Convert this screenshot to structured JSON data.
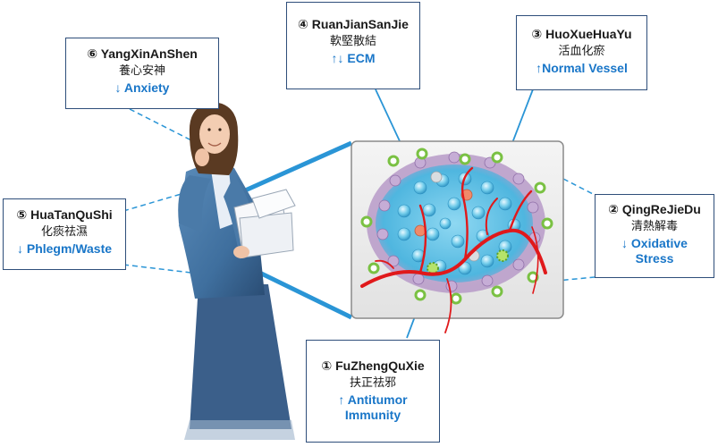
{
  "boxes": [
    {
      "id": "b6",
      "num": "⑥",
      "name": "YangXinAnShen",
      "chinese": "養心安神",
      "effect_arrow": "↓",
      "effect": "Anxiety"
    },
    {
      "id": "b4",
      "num": "④",
      "name": "RuanJianSanJie",
      "chinese": "軟堅散結",
      "effect_arrow": "↑↓",
      "effect": "ECM"
    },
    {
      "id": "b3",
      "num": "③",
      "name": "HuoXueHuaYu",
      "chinese": "活血化瘀",
      "effect_arrow": "↑",
      "effect": "Normal Vessel"
    },
    {
      "id": "b5",
      "num": "⑤",
      "name": "HuaTanQuShi",
      "chinese": "化痰祛濕",
      "effect_arrow": "↓",
      "effect": "Phlegm/Waste"
    },
    {
      "id": "b2",
      "num": "②",
      "name": "QingReJieDu",
      "chinese": "清熱解毒",
      "effect_arrow": "↓",
      "effect": "Oxidative Stress"
    },
    {
      "id": "b1",
      "num": "①",
      "name": "FuZhengQuXie",
      "chinese": "扶正祛邪",
      "effect_arrow": "↑",
      "effect": "Antitumor Immunity"
    }
  ],
  "colors": {
    "box_border": "#2e4e7a",
    "effect_text": "#1976c8",
    "connector": "#2a95d6",
    "vessel": "#e0191b",
    "cell_blue": "#6fcbea",
    "stroma": "#b79ac8",
    "lymphocyte": "#7ac143",
    "suit": "#3f6f9e"
  }
}
